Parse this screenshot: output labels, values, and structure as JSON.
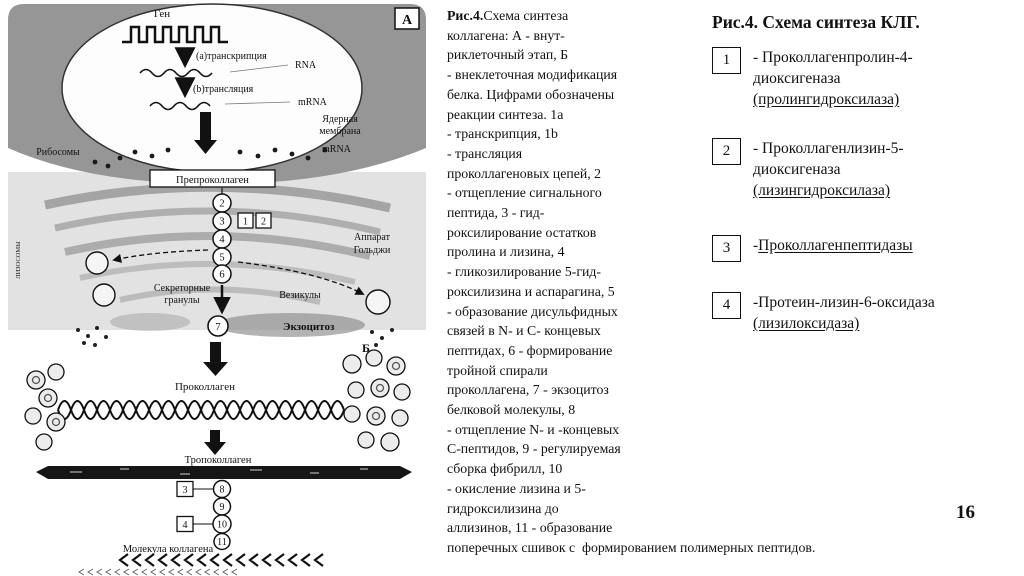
{
  "slide": {
    "page_number": "16"
  },
  "caption": {
    "fig": "Рис.4.",
    "text": "Схема синтеза\nколлагена: А - внут-\nриклеточный этап, Б\n- внеклеточная модификация\nбелка. Цифрами обозначены\nреакции синтеза. 1а\n- транскрипция, 1b\n- трансляция\nпроколлагеновых цепей, 2\n- отщепление сигнального\nпептида, 3 - гид-\nроксилирование остатков\nпролина и лизина, 4\n- гликозилирование 5-гид-\nроксилизина и аспарагина, 5\n- образование дисульфидных\nсвязей в N- и C- концевых\nпептидах, 6 - формирование\nтройной спирали\nпроколлагена, 7 - экзоцитоз\nбелковой молекулы, 8\n- отщепление N- и -концевых\nС-пептидов, 9 - регулируемая\nсборка фибрилл, 10\n- окисление лизина и 5-\nгидроксилизина до\nаллизинов, 11 - образование\nпоперечных сшивок с  формированием полимерных пептидов."
  },
  "legend": {
    "title": "Рис.4. Схема синтеза КЛГ.",
    "items": [
      {
        "num": "1",
        "text": "- Проколлагенпролин-4-\nдиоксигеназа\n",
        "sub": "(пролингидроксилаза)"
      },
      {
        "num": "2",
        "text": "- Проколлагенлизин-5-\nдиоксигеназа\n",
        "sub": "(лизингидроксилаза)"
      },
      {
        "num": "3",
        "text": "-",
        "sub": "Проколлагенпептидазы"
      },
      {
        "num": "4",
        "text": "-Протеин-лизин-6-оксидаза\n",
        "sub": "(лизилоксидаза)"
      }
    ]
  },
  "diagram": {
    "panel_label": "А",
    "b_label": "Б",
    "gene": "Ген",
    "transcription": "(а)транскрипция",
    "rna": "RNA",
    "translation": "(b)трансляция",
    "mrna_nucleus": "mRNA",
    "nuclear_membrane_1": "Ядерная",
    "nuclear_membrane_2": "мембрана",
    "ribosomes": "Рибосомы",
    "mrna_cytoplasm": "mRNA",
    "preprocollagen": "Препроколлаген",
    "golgi_1": "Аппарат",
    "golgi_2": "Гольджи",
    "secretory_1": "Секреторные",
    "secretory_2": "гранулы",
    "vesicles": "Везикулы",
    "exocytosis": "Экзоцитоз",
    "lysosomes": "ЛИЗОСОМЫ",
    "procollagen": "Проколлаген",
    "tropocollagen": "Тропоколлаген",
    "collagen_molecule": "Молекула коллагена",
    "chain": [
      "2",
      "3",
      "4",
      "5",
      "6"
    ],
    "chain_boxes": [
      "1",
      "2"
    ],
    "step7": "7",
    "bottom_circles": [
      "8",
      "9",
      "10",
      "11"
    ],
    "bottom_boxes": [
      "3",
      "4"
    ]
  }
}
